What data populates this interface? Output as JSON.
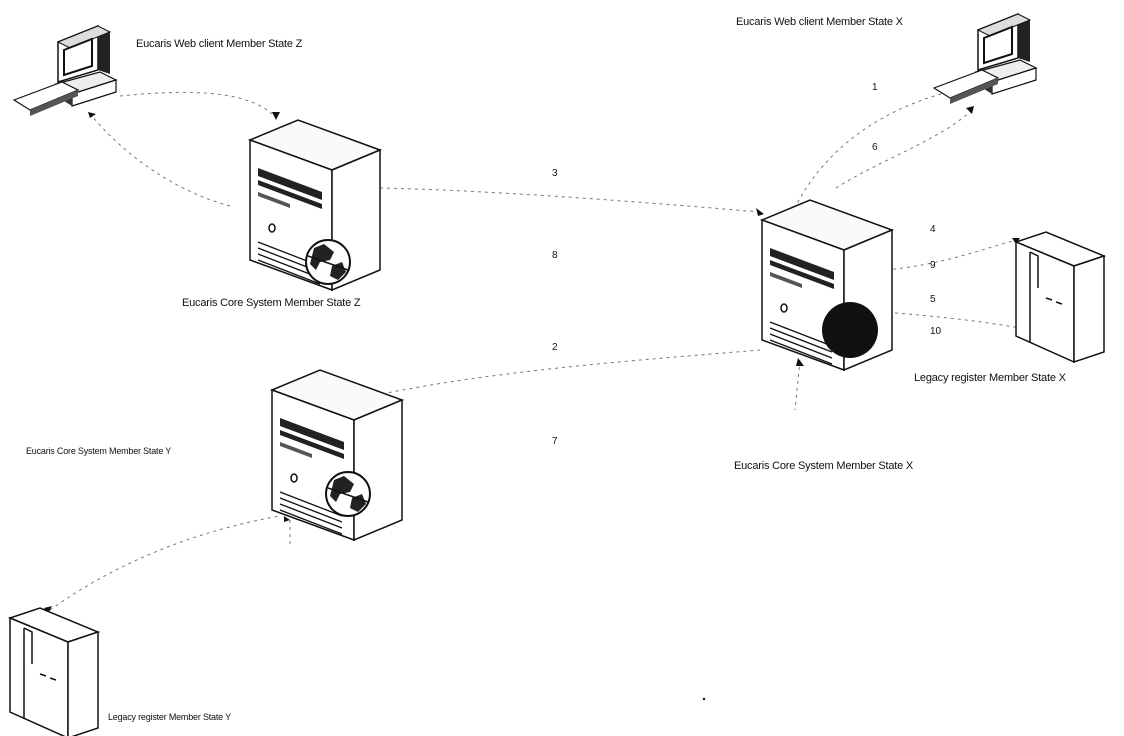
{
  "labels": {
    "web_client_z": "Eucaris Web client Member State Z",
    "web_client_x": "Eucaris Web client Member State X",
    "core_z": "Eucaris Core System Member State Z",
    "core_y": "Eucaris Core System Member State Y",
    "core_x": "Eucaris Core System Member State X",
    "legacy_x": "Legacy register Member State X",
    "legacy_y": "Legacy register Member State Y"
  },
  "steps": {
    "s1": "1",
    "s6": "6",
    "s3": "3",
    "s8": "8",
    "s2": "2",
    "s7": "7",
    "s4": "4",
    "s9": "9",
    "s5": "5",
    "s10": "10"
  }
}
